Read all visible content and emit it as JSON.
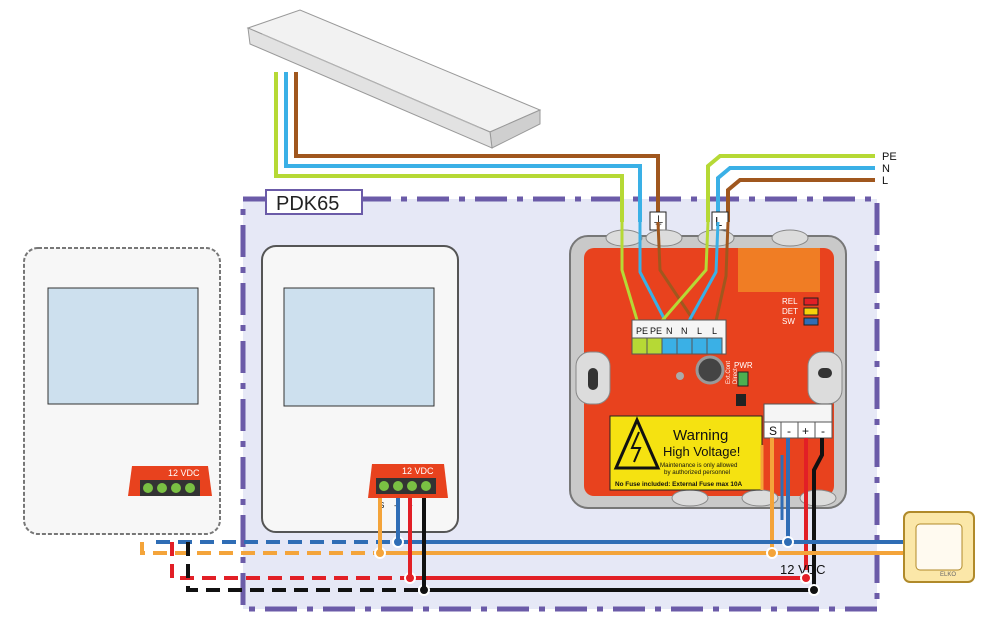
{
  "enclosure": {
    "label": "PDK65"
  },
  "mains": {
    "pe": "PE",
    "n": "N",
    "l": "L"
  },
  "heater_terminal_symbol": "⏚",
  "l_tag": "L",
  "board": {
    "terminals": [
      "PE",
      "PE",
      "N",
      "N",
      "L",
      "L"
    ],
    "leds": [
      "REL",
      "DET",
      "SW"
    ],
    "pwr": "PWR",
    "ext_cont": [
      "Ext.Cont",
      "Direct"
    ],
    "low_terminals": [
      "S",
      "-",
      "+",
      "-"
    ]
  },
  "warning": {
    "title": "Warning",
    "subtitle": "High Voltage!",
    "note1": "Maintenance is only allowed",
    "note2": "by authorized personnel",
    "footer": "No Fuse included: External Fuse max 10A"
  },
  "sensor": {
    "connector_label": "12 VDC",
    "pins": [
      "S",
      "-",
      "+",
      "-"
    ]
  },
  "bus_label": "12 VDC",
  "switch_brand": "ELKO",
  "colors": {
    "blue": "#2f6db5",
    "orange": "#f4a43a",
    "red": "#e21f26",
    "black": "#111111",
    "brown": "#a0571e",
    "mains_blue": "#3ab0e6",
    "green_yellow": "#b6d935",
    "board": "#e8421e",
    "enclosure": "#6b5ba8"
  }
}
